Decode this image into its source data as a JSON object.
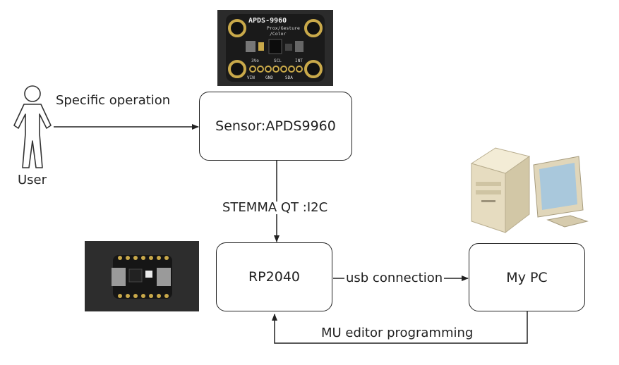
{
  "nodes": {
    "sensor": {
      "label": "Sensor:APDS9960"
    },
    "rp2040": {
      "label": "RP2040"
    },
    "pc": {
      "label": "My PC"
    }
  },
  "actors": {
    "user": {
      "label": "User"
    }
  },
  "edges": {
    "user_to_sensor": {
      "label": "Specific operation"
    },
    "sensor_to_rp2040": {
      "label": "STEMMA QT :I2C"
    },
    "rp2040_to_pc": {
      "label": "usb connection"
    },
    "pc_to_rp2040": {
      "label": "MU editor programming"
    }
  },
  "images": {
    "sensor_board": {
      "title": "APDS-9960",
      "subtitle_1": "Prox/Gesture",
      "subtitle_2": "/Color",
      "pin_top_1": "3Vo",
      "pin_top_2": "SCL",
      "pin_top_3": "INT",
      "pin_bottom_1": "VIN",
      "pin_bottom_2": "GND",
      "pin_bottom_3": "SDA"
    }
  },
  "colors": {
    "stroke": "#222222",
    "board_black": "#1a1a1a",
    "photo_dark": "#2b2b2b",
    "pc_beige": "#e6dcc0"
  }
}
